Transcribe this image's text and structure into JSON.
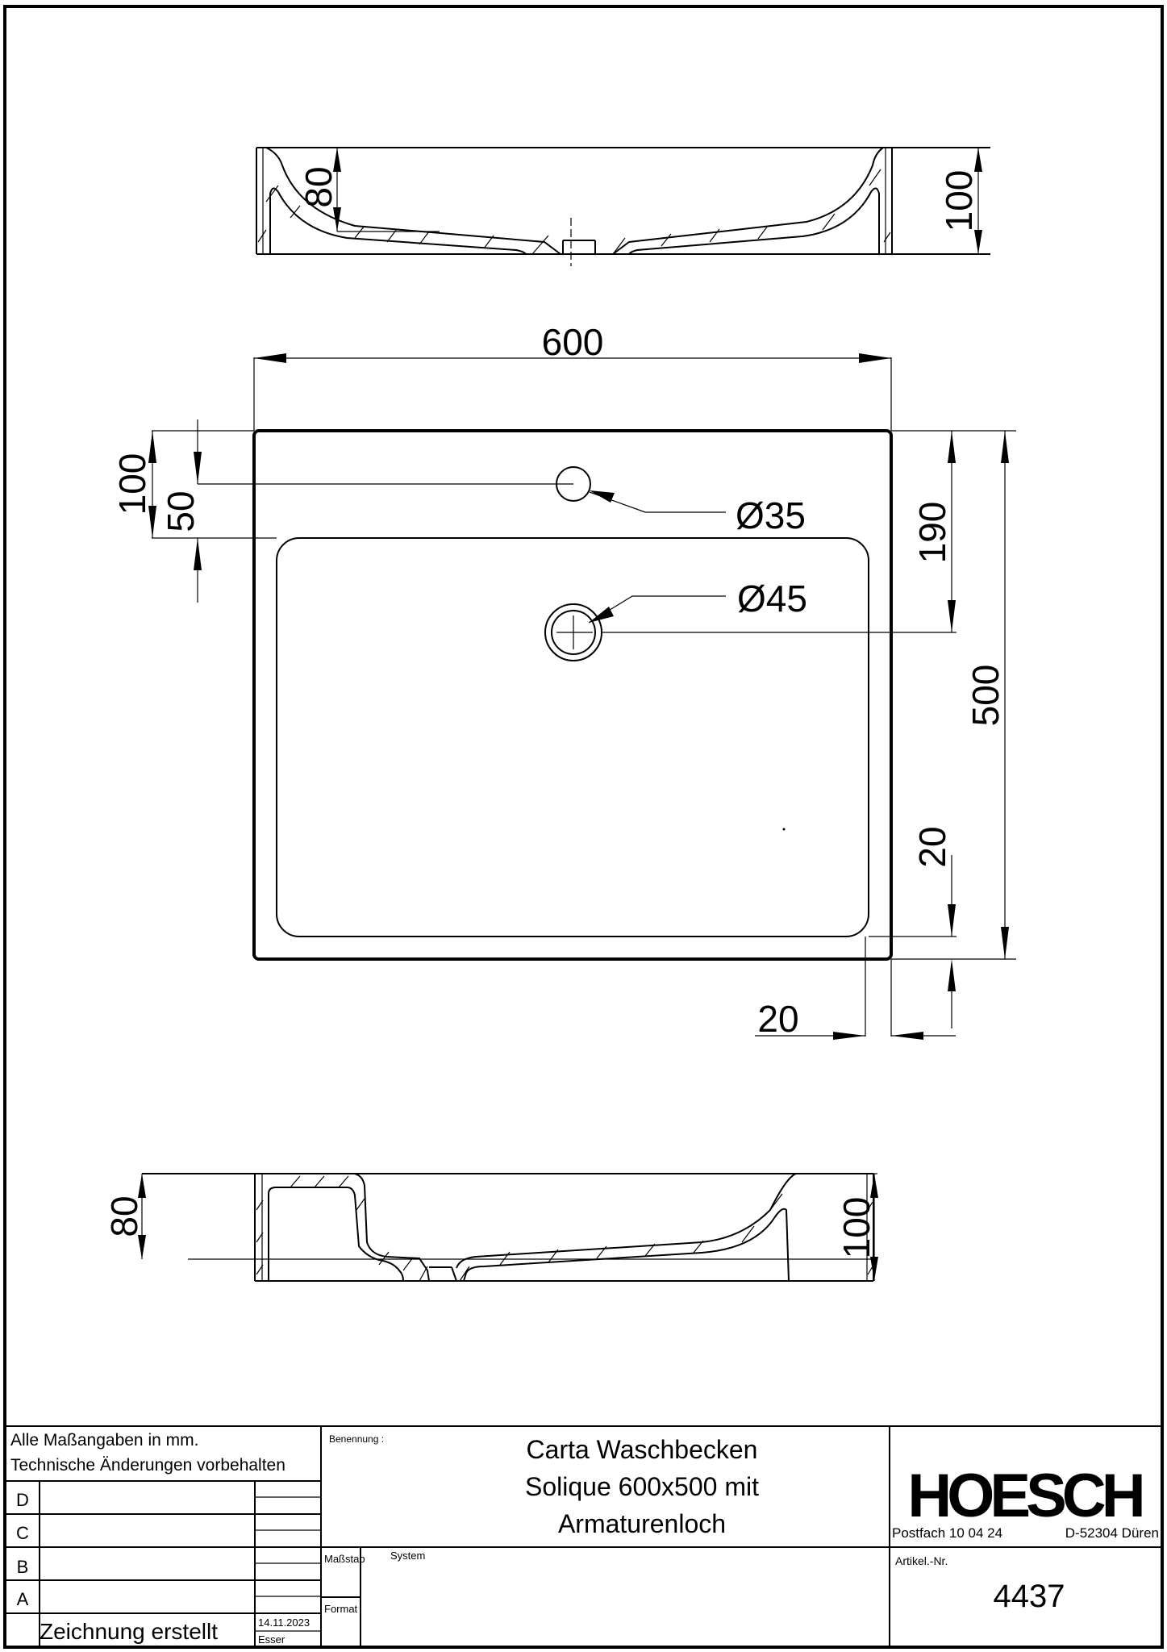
{
  "drawing": {
    "top_section": {
      "dims": {
        "inner_depth": "80",
        "total_height": "100"
      }
    },
    "plan_view": {
      "dims": {
        "width": "600",
        "tap_hole_offset_top": "100",
        "tap_hole_center": "50",
        "tap_hole_diameter": "Ø35",
        "drain_diameter": "Ø45",
        "drain_offset": "190",
        "depth": "500",
        "rim_bottom": "20",
        "rim_side": "20"
      }
    },
    "bottom_section": {
      "dims": {
        "inner_depth": "80",
        "total_height": "100"
      }
    }
  },
  "title_block": {
    "notes": {
      "line1": "Alle Maßangaben in mm.",
      "line2": "Technische Änderungen vorbehalten"
    },
    "revisions": [
      {
        "letter": "D"
      },
      {
        "letter": "C"
      },
      {
        "letter": "B"
      },
      {
        "letter": "A"
      }
    ],
    "created": {
      "label": "Zeichnung erstellt",
      "date": "14.11.2023",
      "author": "Esser"
    },
    "benennung_label": "Benennung :",
    "title_lines": [
      "Carta Waschbecken",
      "Solique 600x500 mit",
      "Armaturenloch"
    ],
    "massstab_label": "Maßstab",
    "system_label": "System",
    "format_label": "Format",
    "company": {
      "logo": "HOESCH",
      "postfach": "Postfach  10 04 24",
      "city": "D-52304 Düren"
    },
    "artikel_label": "Artikel.-Nr.",
    "artikel_nr": "4437"
  }
}
